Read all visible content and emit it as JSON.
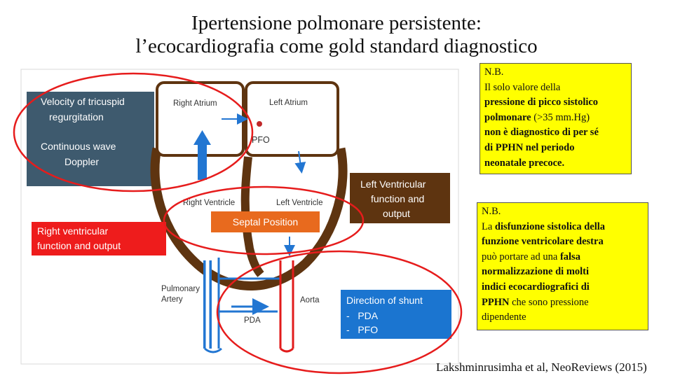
{
  "title": {
    "line1": "Ipertensione polmonare persistente:",
    "line2": "l’ecocardiografia come gold standard diagnostico"
  },
  "diagram": {
    "box_velocity": [
      "Velocity of tricuspid",
      "regurgitation",
      "",
      "Continuous wave",
      "Doppler"
    ],
    "right_atrium": "Right Atrium",
    "left_atrium": "Left Atrium",
    "pfo": "PFO",
    "right_ventricle": "Right Ventricle",
    "left_ventricle": "Left Ventricle",
    "septal_position": "Septal Position",
    "box_lv_function": [
      "Left Ventricular",
      "function and",
      "output"
    ],
    "box_rv_function": [
      "Right ventricular",
      "function and output"
    ],
    "pulmonary_artery": [
      "Pulmonary",
      "Artery"
    ],
    "aorta": "Aorta",
    "pda": "PDA",
    "box_shunt": [
      "Direction of shunt",
      "-   PDA",
      "-   PFO"
    ],
    "colors": {
      "slate": "#3e5a6e",
      "brown": "#5e3410",
      "red_box": "#ee1c1c",
      "orange_box": "#e86a1e",
      "blue_box": "#1b75d0",
      "vessel_blue": "#2276d2",
      "vessel_red": "#e11b1b",
      "highlight_ring": "#e61c1c"
    }
  },
  "notes": {
    "note1": {
      "nb": "N.B.",
      "line1": "Il solo valore della",
      "line2": "pressione di picco sistolico",
      "line3a": "polmonare",
      "line3b": " (>35 mm.Hg)",
      "line4": "non è diagnostico di per sé",
      "line5": "di PPHN nel periodo",
      "line6": "neonatale precoce."
    },
    "note2": {
      "nb": "N.B.",
      "line1a": "La ",
      "line1b": "disfunzione sistolica della",
      "line2": "funzione ventricolare destra",
      "line3a": "può portare ad una ",
      "line3b": "falsa",
      "line4": "normalizzazione di molti",
      "line5": "indici ecocardiografici di",
      "line6a": "PPHN",
      "line6b": " che sono pressione",
      "line7": "dipendente"
    }
  },
  "citation": "Lakshminrusimha et al, NeoReviews (2015)"
}
